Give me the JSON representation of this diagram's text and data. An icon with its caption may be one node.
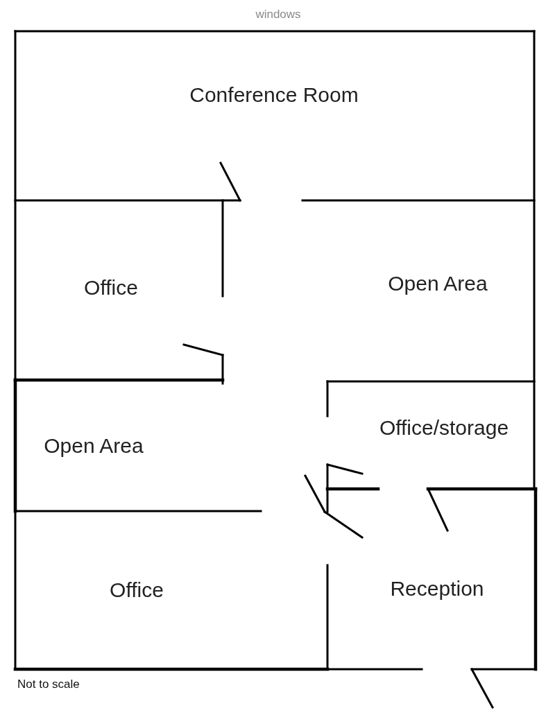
{
  "diagram": {
    "labels": [
      "windows",
      "Conference Room",
      "Office",
      "Open Area",
      "Office/storage",
      "Open Area",
      "Office",
      "Reception",
      "Not to scale"
    ]
  }
}
